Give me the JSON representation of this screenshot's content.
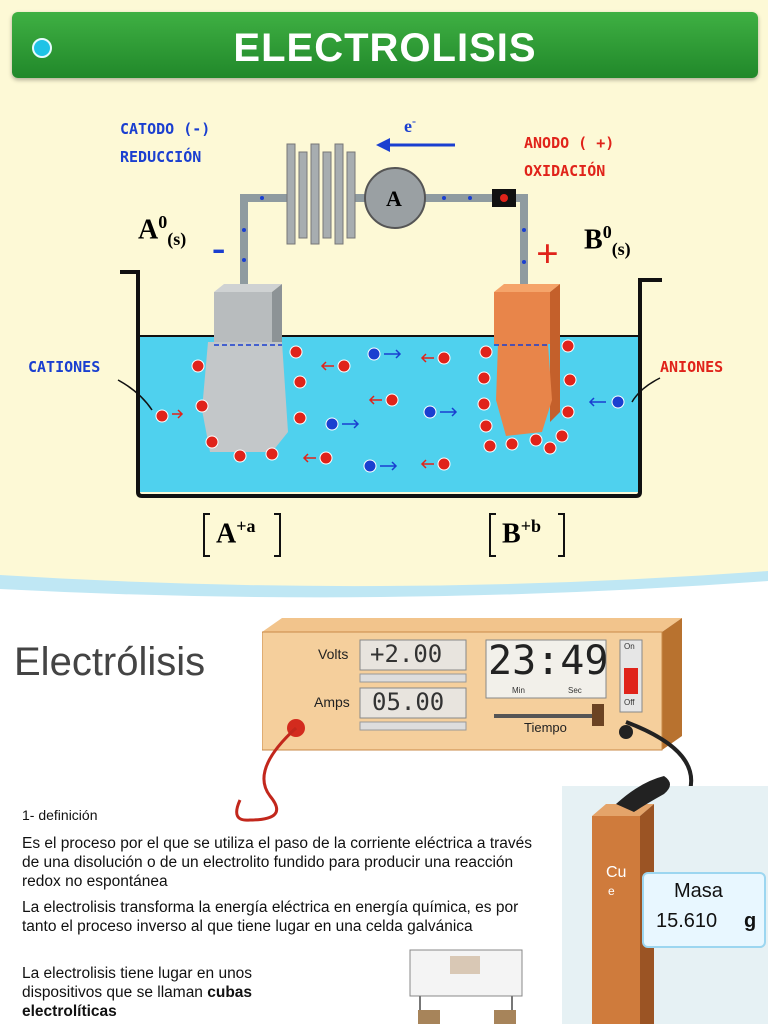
{
  "header": {
    "title": "ELECTROLISIS"
  },
  "diagram": {
    "cathode_line1": "CATODO (-)",
    "cathode_line2": "REDUCCIÓN",
    "anode_line1": "ANODO ( +)",
    "anode_line2": "OXIDACIÓN",
    "electron": "e",
    "electron_sup": "-",
    "ammeter": "A",
    "a_symbol": "A",
    "a_sup": "0",
    "a_sub": "(s)",
    "b_symbol": "B",
    "b_sup": "0",
    "b_sub": "(s)",
    "minus_sign": "-",
    "plus_sign": "+",
    "cations": "CATIONES",
    "anions": "ANIONES",
    "a_ion": "A",
    "a_ion_sup": "+a",
    "b_ion": "B",
    "b_ion_sup": "+b"
  },
  "lower": {
    "heading": "Electrólisis",
    "volts_label": "Volts",
    "volts_value": "+2.00",
    "amps_label": "Amps",
    "amps_value": "05.00",
    "clock_value": "23:49",
    "min_label": "Min",
    "sec_label": "Sec",
    "on_label": "On",
    "off_label": "Off",
    "tiempo_label": "Tiempo",
    "section_title": "1- definición",
    "p1": "Es el proceso por el que se utiliza el paso de la corriente eléctrica a través de una disolución o de un electrolito fundido para producir una reacción redox no espontánea",
    "p2": "La electrolisis transforma la energía eléctrica en energía química, es por tanto el proceso inverso al que tiene lugar en una celda galvánica",
    "p3_a": "La electrolisis tiene lugar en unos dispositivos que se llaman ",
    "p3_b": "cubas electrolíticas",
    "cu_label": "Cu",
    "cu_e": "e",
    "masa_label": "Masa",
    "masa_value": "15.610",
    "masa_unit": "g"
  }
}
